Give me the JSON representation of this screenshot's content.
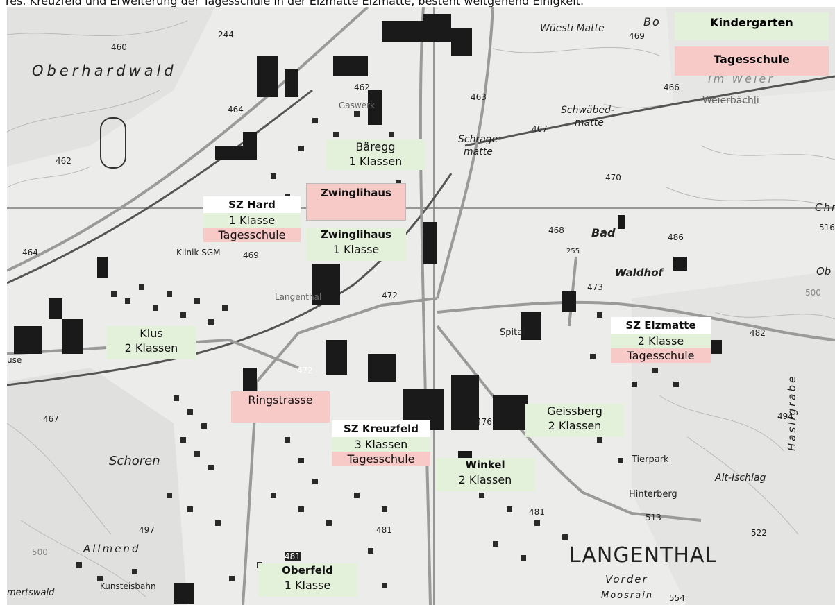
{
  "caption": "res. Kreuzfeld und Erweiterung der Tagesschule in der Elzmatte Elzmatte, besteht weitgehend Einigkeit.",
  "legend": {
    "kindergarten": "Kindergarten",
    "tagesschule": "Tagesschule",
    "kindergarten_color": "#e3f0da",
    "tagesschule_color": "#f7c9c7"
  },
  "places": {
    "oberhardwald": "Oberhardwald",
    "wuesti_matte": "Wüesti Matte",
    "schwaebed": "Schwäbed-",
    "schwaebed2": "matte",
    "schrage": "Schrage-",
    "schrage2": "matte",
    "weierbaechli": "Weierbächli",
    "im_weier": "Im Weier",
    "bad": "Bad",
    "waldhof": "Waldhof",
    "gaswerk": "Gaswerk",
    "klinik": "Klinik SGM",
    "langenthal_station": "Langenthal",
    "spital": "Spital",
    "schoren": "Schoren",
    "allmend": "Allmend",
    "kunsteisbahn": "Kunsteisbahn",
    "mertswald": "mertswald",
    "langenthal": "LANGENTHAL",
    "vorder": "Vorder",
    "moosrain": "Moosrain",
    "tierpark": "Tierpark",
    "hinterberg": "Hinterberg",
    "alt_ischlag": "Alt-Ischlag",
    "hasligrabe": "Hasligrabe",
    "bo": "Bo",
    "chru": "Chru",
    "ob": "Ob",
    "use": "use"
  },
  "elevations": [
    "460",
    "244",
    "462",
    "464",
    "462",
    "463",
    "467",
    "469",
    "466",
    "470",
    "468",
    "486",
    "516",
    "255",
    "473",
    "472",
    "482",
    "494",
    "467",
    "472",
    "469",
    "476",
    "497",
    "481",
    "481",
    "500",
    "513",
    "522",
    "554",
    "464",
    "481",
    "500"
  ],
  "schools": {
    "baeregg": {
      "name": "Bäregg",
      "kg": "1 Klassen"
    },
    "zwingli_ts": {
      "name": "Zwinglihaus"
    },
    "zwingli_kg": {
      "name": "Zwinglihaus",
      "kg": "1 Klasse"
    },
    "hard": {
      "name": "SZ Hard",
      "kg": "1 Klasse",
      "ts": "Tagesschule"
    },
    "klus": {
      "name": "Klus",
      "kg": "2 Klassen"
    },
    "elzmatte": {
      "name": "SZ Elzmatte",
      "kg": "2 Klasse",
      "ts": "Tagesschule"
    },
    "ringstrasse": {
      "name": "Ringstrasse"
    },
    "kreuzfeld": {
      "name": "SZ Kreuzfeld",
      "kg": "3 Klassen",
      "ts": "Tagesschule"
    },
    "geissberg": {
      "name": "Geissberg",
      "kg": "2 Klassen"
    },
    "winkel": {
      "name": "Winkel",
      "kg": "2 Klassen"
    },
    "oberfeld": {
      "name": "Oberfeld",
      "kg": "1 Klasse"
    }
  }
}
